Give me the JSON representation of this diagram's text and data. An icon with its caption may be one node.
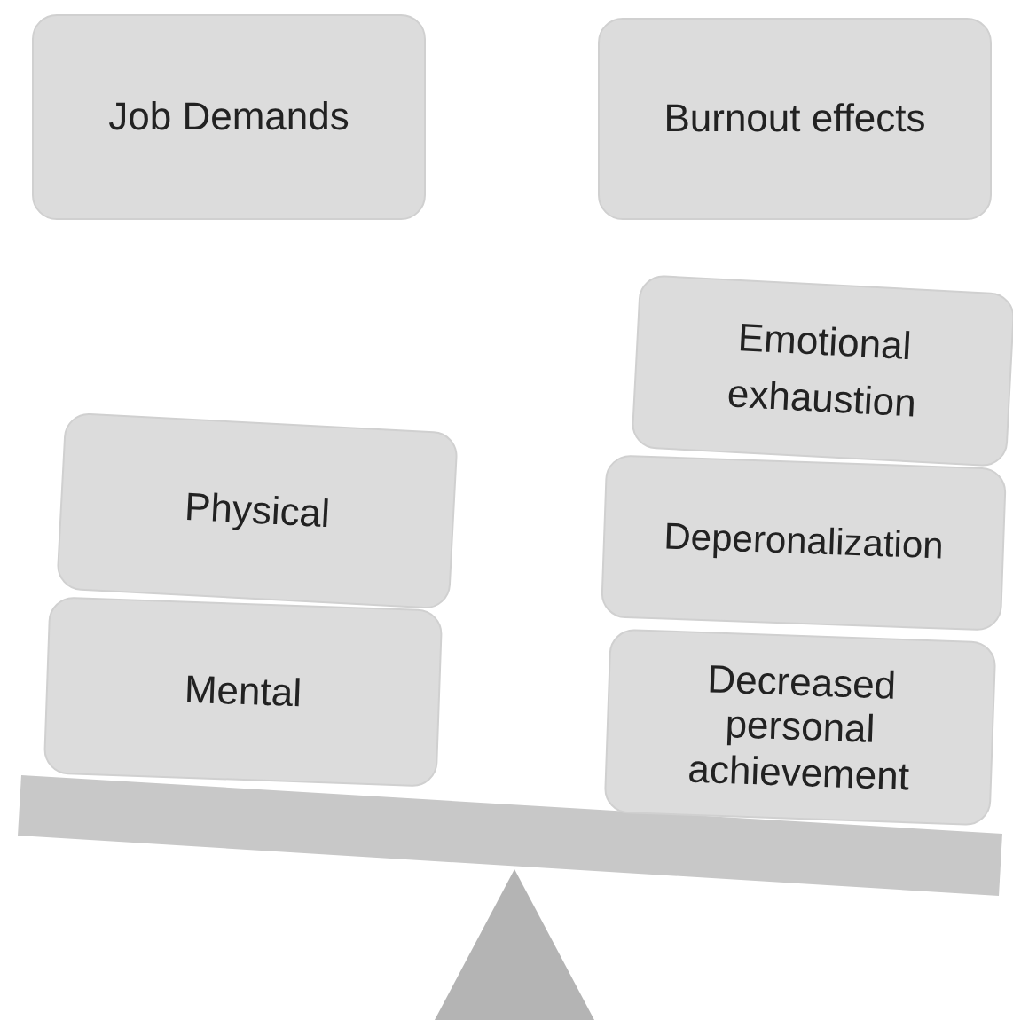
{
  "diagram": {
    "nodes": [
      {
        "text": [
          "Job Demands"
        ]
      },
      {
        "text": [
          "Burnout effects"
        ]
      },
      {
        "text": [
          "Emotional exhaustion"
        ]
      },
      {
        "text": [
          "Physical"
        ]
      },
      {
        "text": [
          "Deperonalization"
        ]
      },
      {
        "text": [
          "Mental"
        ]
      },
      {
        "text": [
          "Decreased personal achievement"
        ]
      }
    ]
  }
}
